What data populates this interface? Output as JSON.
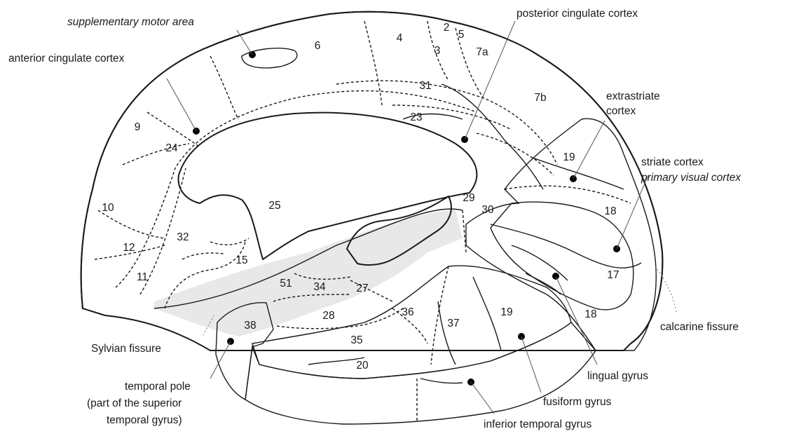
{
  "labels": {
    "sma": "supplementary motor area",
    "acc": "anterior cingulate cortex",
    "pcc": "posterior cingulate cortex",
    "extrastriate_1": "extrastriate",
    "extrastriate_2": "cortex",
    "striate": "striate cortex",
    "primary_visual": "primary visual cortex",
    "calcarine": "calcarine fissure",
    "sylvian": "Sylvian fissure",
    "temporal_pole_1": "temporal pole",
    "temporal_pole_2": "(part of the superior",
    "temporal_pole_3": "temporal gyrus)",
    "lingual": "lingual gyrus",
    "fusiform": "fusiform gyrus",
    "inferior_temporal": "inferior temporal gyrus"
  },
  "areas": {
    "a4": "4",
    "a2": "2",
    "a5": "5",
    "a3": "3",
    "a7a": "7a",
    "a6": "6",
    "a31": "31",
    "a7b": "7b",
    "a23": "23",
    "a9": "9",
    "a24": "24",
    "a19_top": "19",
    "a18_top": "18",
    "a10": "10",
    "a25": "25",
    "a29": "29",
    "a30": "30",
    "a32": "32",
    "a12": "12",
    "a15": "15",
    "a11": "11",
    "a51": "51",
    "a34": "34",
    "a27": "27",
    "a17": "17",
    "a28": "28",
    "a36": "36",
    "a37": "37",
    "a19_bottom": "19",
    "a18_bottom": "18",
    "a38": "38",
    "a35": "35",
    "a20": "20"
  },
  "colors": {
    "outline": "#1a1a1a",
    "background": "#ffffff",
    "extrastriate": "#a48ee0",
    "striate": "#e6e3f5",
    "blue": "#2ba3dc",
    "green": "#3bb27a",
    "temporal_pole": "#5fd4a8",
    "gray": "#e8e8e8"
  }
}
